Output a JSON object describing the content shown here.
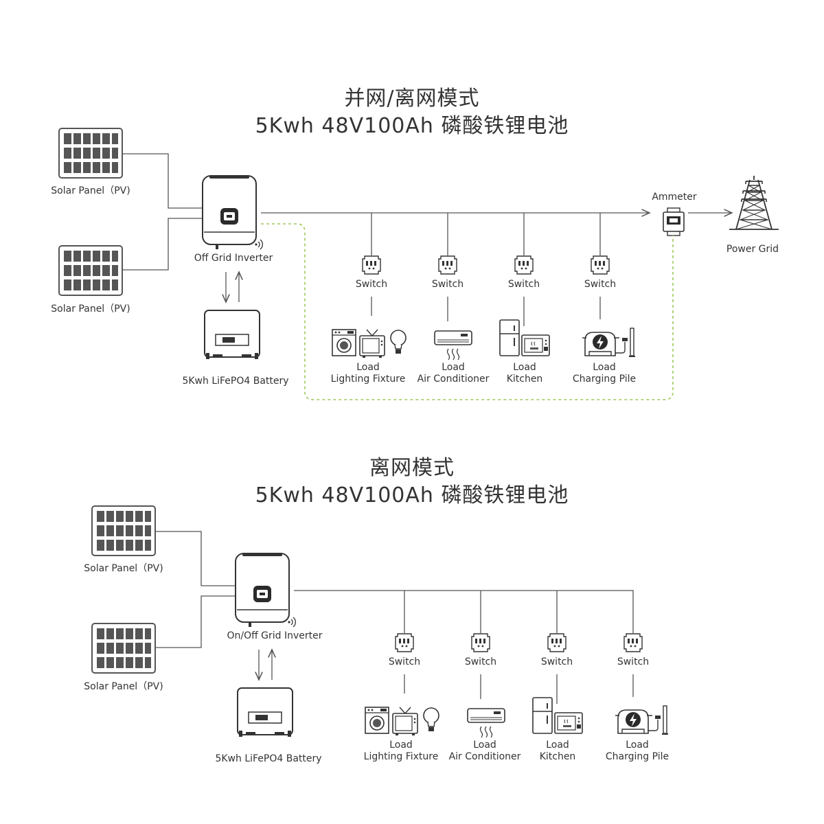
{
  "section_top": {
    "title_line1": "并网/离网模式",
    "title_line2": "5Kwh 48V100Ah 磷酸铁锂电池",
    "solar_label_1": "Solar Panel（PV)",
    "solar_label_2": "Solar Panel（PV)",
    "inverter_label": "Off Grid Inverter",
    "battery_label": "5Kwh LiFePO4 Battery",
    "ammeter_label": "Ammeter",
    "grid_label": "Power Grid",
    "switches": [
      "Switch",
      "Switch",
      "Switch",
      "Switch"
    ],
    "loads": [
      {
        "title": "Load",
        "name": "Lighting Fixture"
      },
      {
        "title": "Load",
        "name": "Air Conditioner"
      },
      {
        "title": "Load",
        "name": "Kitchen"
      },
      {
        "title": "Load",
        "name": "Charging Pile"
      }
    ]
  },
  "section_bottom": {
    "title_line1": "离网模式",
    "title_line2": "5Kwh 48V100Ah 磷酸铁锂电池",
    "solar_label_1": "Solar Panel（PV)",
    "solar_label_2": "Solar Panel（PV)",
    "inverter_label": "On/Off Grid Inverter",
    "battery_label": "5Kwh LiFePO4 Battery",
    "switches": [
      "Switch",
      "Switch",
      "Switch",
      "Switch"
    ],
    "loads": [
      {
        "title": "Load",
        "name": "Lighting Fixture"
      },
      {
        "title": "Load",
        "name": "Air Conditioner"
      },
      {
        "title": "Load",
        "name": "Kitchen"
      },
      {
        "title": "Load",
        "name": "Charging Pile"
      }
    ]
  },
  "colors": {
    "line": "#555555",
    "panel": "#555555",
    "grid_link_dashed": "#9dc85a"
  }
}
